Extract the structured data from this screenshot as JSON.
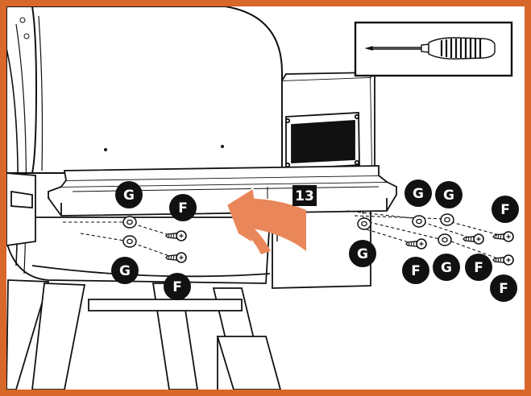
{
  "colors": {
    "frame": "#d8672a",
    "arrow": "#e9875a",
    "ink": "#111111",
    "paper": "#ffffff",
    "shade": "#e2e2e2"
  },
  "tool": {
    "icon": "screwdriver-icon"
  },
  "step": {
    "label": "13"
  },
  "callouts": {
    "G": "G",
    "F": "F"
  }
}
